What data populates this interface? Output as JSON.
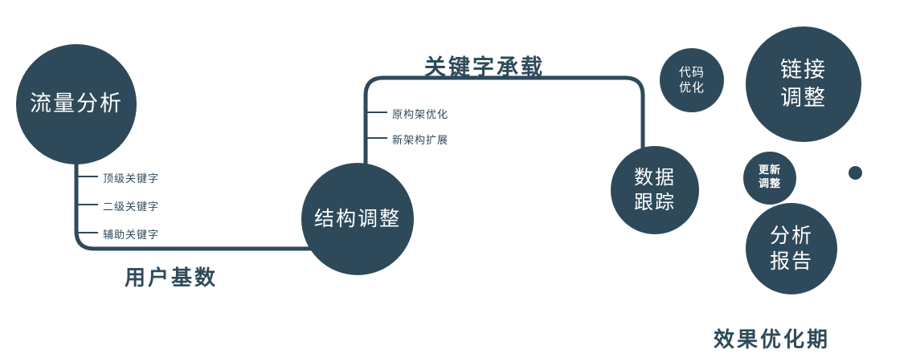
{
  "palette": {
    "primary": "#2e4a5a",
    "node_text": "#ffffff",
    "label_text": "#2e4a5a",
    "background": "#ffffff"
  },
  "nodes": {
    "traffic_analysis": {
      "label": "流量分析"
    },
    "structure_adjustment": {
      "label": "结构调整"
    },
    "data_tracking": {
      "line1": "数据",
      "line2": "跟踪"
    },
    "code_optimization": {
      "line1": "代码",
      "line2": "优化"
    },
    "link_adjustment": {
      "line1": "链接",
      "line2": "调整"
    },
    "update_adjustment": {
      "line1": "更新",
      "line2": "调整"
    },
    "analysis_report": {
      "line1": "分析",
      "line2": "报告"
    }
  },
  "edges": {
    "keyword_carrying": "关键字承载",
    "user_base": "用户基数"
  },
  "branches": {
    "top_keywords": "顶级关键字",
    "second_keywords": "二级关键字",
    "auxiliary_keywords": "辅助关键字",
    "original_architecture": "原构架优化",
    "new_architecture": "新架构扩展"
  },
  "footer": {
    "label": "效果优化期"
  }
}
